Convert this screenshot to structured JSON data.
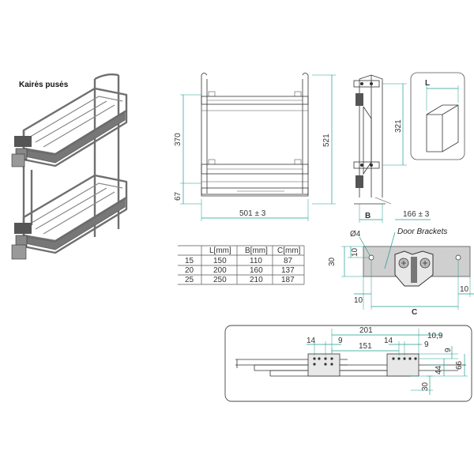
{
  "side_label": "Kairės pusės",
  "front_view": {
    "dim_height_upper": "370",
    "dim_height_lower": "67",
    "dim_total_height": "521",
    "dim_width": "501 ± 3"
  },
  "side_view": {
    "dim_width_label": "B",
    "dim_height": "321",
    "dim_depth": "166 ± 3"
  },
  "detail_box": {
    "label": "L"
  },
  "size_table": {
    "headers": [
      "",
      "L[mm]",
      "B[mm]",
      "C[mm]"
    ],
    "rows": [
      [
        "15",
        "150",
        "110",
        "87"
      ],
      [
        "20",
        "200",
        "160",
        "137"
      ],
      [
        "25",
        "250",
        "210",
        "187"
      ]
    ]
  },
  "bracket_view": {
    "title": "Door Brackets",
    "hole_diameter": "Ø4",
    "dim_height": "30",
    "dim_hole_offset": "10",
    "dim_left": "10",
    "dim_right": "10",
    "dim_spacing": "C"
  },
  "rail_view": {
    "dim_201": "201",
    "dim_14_left": "14",
    "dim_9_left": "9",
    "dim_151": "151",
    "dim_14_right": "14",
    "dim_9_right": "9",
    "dim_10_9": "10,9",
    "dim_9_side": "9",
    "dim_44": "44",
    "dim_66": "66",
    "dim_30": "30"
  }
}
